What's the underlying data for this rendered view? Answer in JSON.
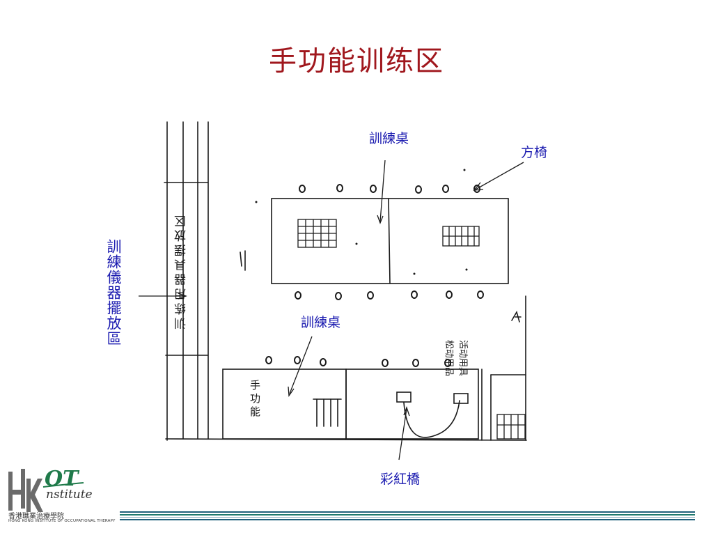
{
  "title": "手功能训练区",
  "labels": {
    "training_table_top": "訓練桌",
    "square_chair": "方椅",
    "equipment_area": "訓練儀器擺放區",
    "training_table_bottom": "訓練桌",
    "rainbow_bridge": "彩紅橋"
  },
  "handwriting": {
    "wall_note": "训练用器具摆放区",
    "desk_note": "手功能",
    "right_note_1": "松动用品",
    "right_note_2": "活动用具"
  },
  "logo": {
    "main": "HK OT",
    "sub": "Institute",
    "chinese": "香港職業治療學院",
    "english": "HONG KONG INSTITUTE OF OCCUPATIONAL THERAPY"
  },
  "colors": {
    "title": "#a0171d",
    "label": "#1b1bb0",
    "sketch": "#1a1a1a",
    "footer_line": "#1f7a6e"
  }
}
